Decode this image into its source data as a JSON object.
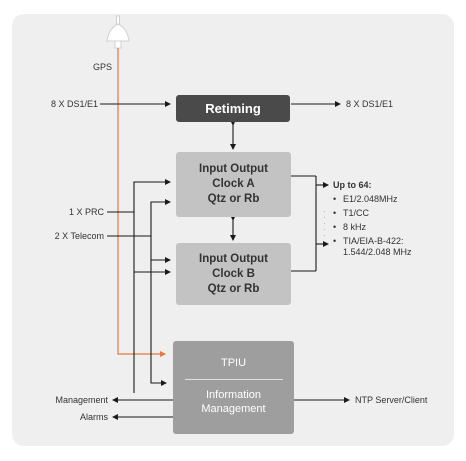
{
  "labels": {
    "gps": "GPS",
    "ds1_in": "8 X DS1/E1",
    "ds1_out": "8 X DS1/E1",
    "prc": "1 X PRC",
    "telecom": "2 X Telecom",
    "management": "Management",
    "alarms": "Alarms",
    "ntp": "NTP Server/Client"
  },
  "blocks": {
    "retiming": "Retiming",
    "clock_a": [
      "Input Output",
      "Clock A",
      "Qtz or Rb"
    ],
    "clock_b": [
      "Input Output",
      "Clock B",
      "Qtz or Rb"
    ],
    "tpiu_title": "TPIU",
    "tpiu_sub": [
      "Information",
      "Management"
    ]
  },
  "outputs": {
    "heading": "Up to 64:",
    "items": [
      "E1/2.048MHz",
      "T1/CC",
      "8 kHz",
      "TIA/EIA-B-422:\n1.544/2.048 MHz"
    ]
  },
  "colors": {
    "gps_line": "#e07a45",
    "wire": "#1a1a1a",
    "panel": "#efefef"
  }
}
